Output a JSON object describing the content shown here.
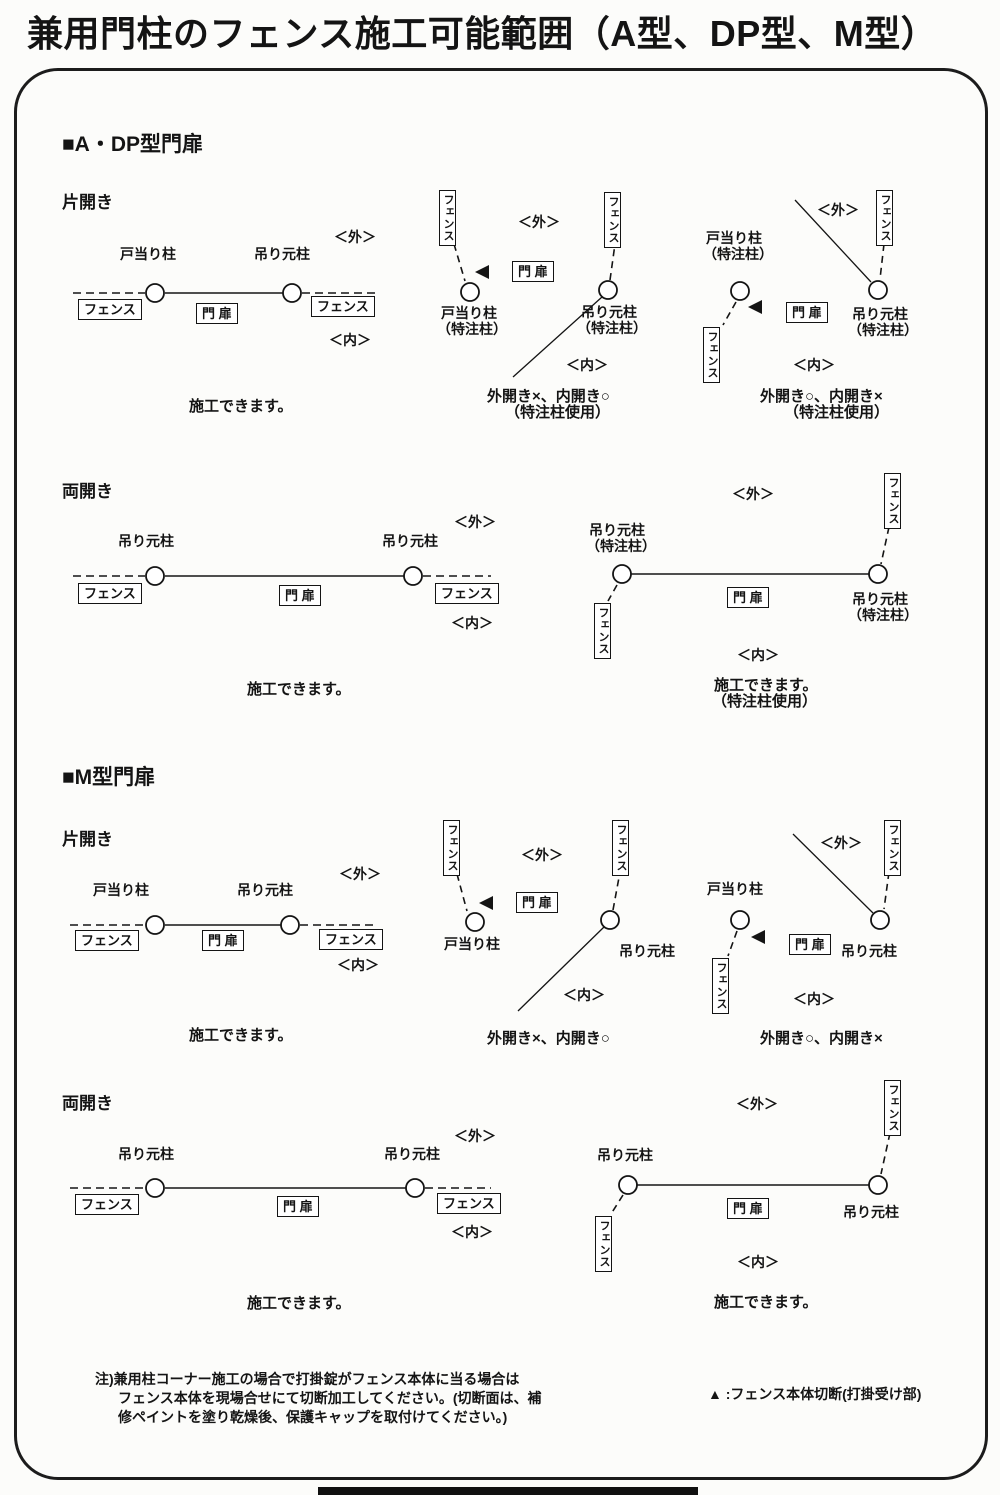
{
  "title": "兼用門柱のフェンス施工可能範囲（A型、DP型、M型）",
  "headings": {
    "adp_gate": "■A・DP型門扉",
    "m_gate": "■M型門扉",
    "single_swing": "片開き",
    "double_swing": "両開き"
  },
  "labels": {
    "fence": "フェンス",
    "gate": "門 扉",
    "outside": "＜外＞",
    "inside": "＜内＞",
    "door_stop_post": "戸当り柱",
    "hinge_post": "吊り元柱",
    "custom_post": "（特注柱）"
  },
  "captions": {
    "can_install": "施工できます。",
    "custom_post_used": "（特注柱使用）",
    "outward_no_inward_ok": "外開き×、内開き○",
    "outward_ok_inward_no": "外開き○、内開き×"
  },
  "footer": {
    "note1": "注)兼用柱コーナー施工の場合で打掛錠がフェンス本体に当る場合は",
    "note2": "フェンス本体を現場合せにて切断加工してください。(切断面は、補",
    "note3": "修ペイントを塗り乾燥後、保護キャップを取付けてください。)",
    "legend": "▲ :フェンス本体切断(打掛受け部)"
  }
}
